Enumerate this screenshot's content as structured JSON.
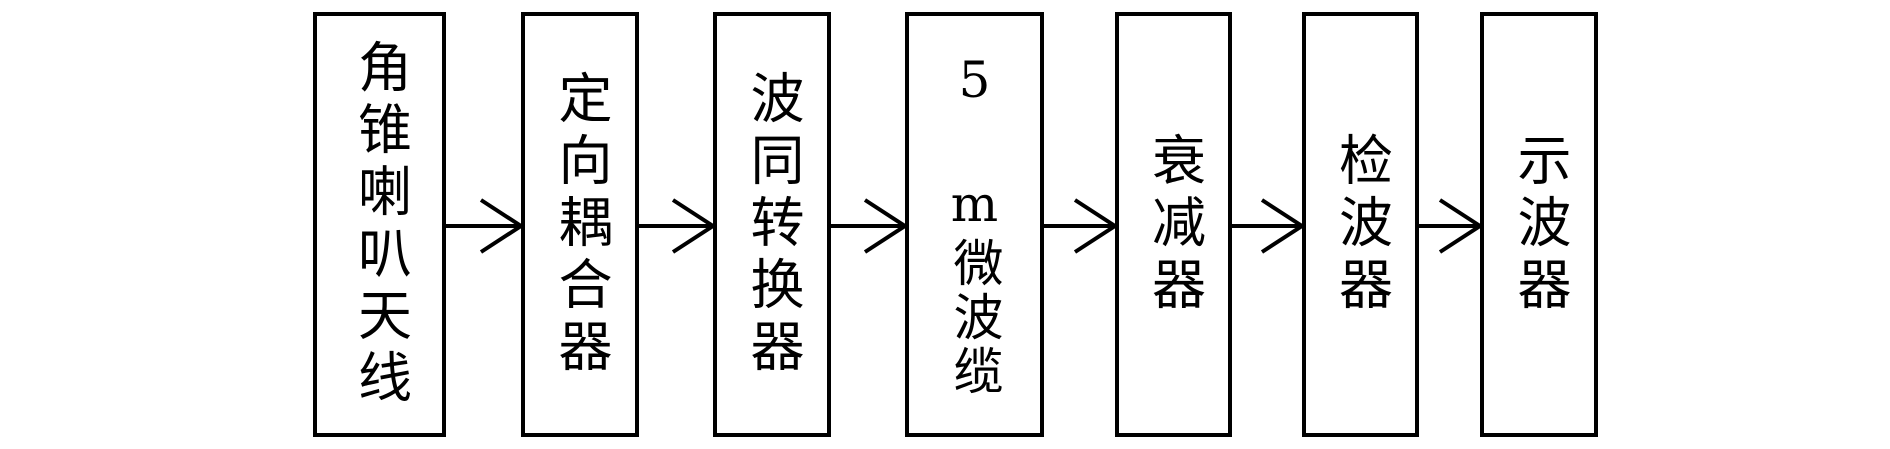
{
  "diagram": {
    "blocks": [
      {
        "label": "角锥喇叭天线"
      },
      {
        "label": "定向耦合器"
      },
      {
        "label": "波同转换器"
      },
      {
        "label": "5 m微波缆"
      },
      {
        "label": "衰减器"
      },
      {
        "label": "检波器"
      },
      {
        "label": "示波器"
      }
    ],
    "connector_color": "#000000",
    "block_border_color": "#000000"
  }
}
